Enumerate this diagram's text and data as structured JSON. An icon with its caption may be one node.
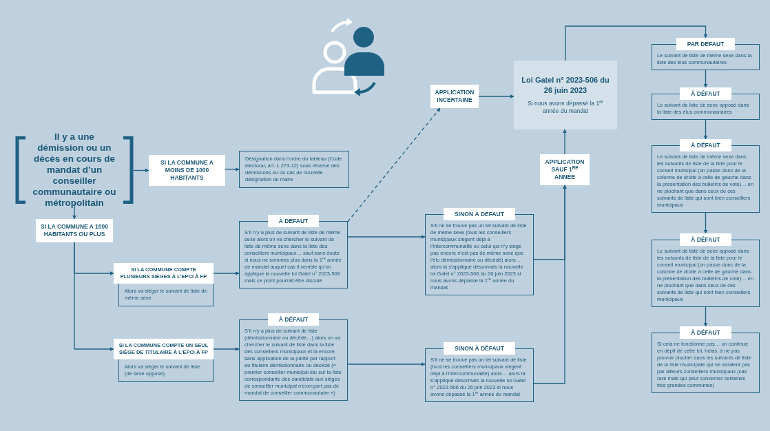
{
  "diagram": {
    "nodes": [
      {
        "text": [
          "Il y a une démission ou un décès en cours de mandat d’un conseiller communautaire ou métropolitain"
        ]
      },
      {
        "text": [
          "SI LA COMMUNE A MOINS DE 1000 HABITANTS"
        ]
      },
      {
        "text": [
          "Désignation dans l’ordre du tableau (Code électoral, art. L.273-12) sous réserve des démissions ou du cas de nouvelle désignation du maire"
        ]
      },
      {
        "text": [
          "SI LA COMMUNE A 1000 HABITANTS OU PLUS"
        ]
      },
      {
        "text": [
          "SI LA COMMUNE COMPTE PLUSIEURS SIÈGES À L’EPCI À FP",
          "Alors va siéger le suivant de liste de même sexe"
        ]
      },
      {
        "text": [
          "SI LA COMMUNE COMPTE UN SEUL SIÈGE DE TITULAIRE À L’EPCI À FP",
          "Alors va siéger le suivant de liste (de sexe opposé)"
        ]
      },
      {
        "text": [
          "À DÉFAUT",
          "S’il n’y a plus de suivant de liste de même sexe alors on va chercher le suivant de liste de même sexe dans la liste des conseillers municipaux… sauf sans doute si nous ne sommes plus dans la 1$^{re}$ année de mandat auquel cas il semble qu’on applique la nouvelle loi Gatel n° 2023-506 mais ce point pourrait être discuté"
        ]
      },
      {
        "text": [
          "À DÉFAUT",
          "S’il n’y a plus de suivant de liste (démissionnaire ou décédé…) alors on va chercher le suivant de liste dans la liste des conseillers municipaux et là encore sans application de la parité par rapport au titulaire démissionnaire ou décédé (« premier conseiller municipal élu sur la liste correspondante des candidats aux sièges de conseiller municipal n’exerçant pas de mandat de conseiller communautaire »)"
        ]
      },
      {
        "text": [
          "SINON À DÉFAUT",
          "S’il ne se trouve pas un tel suivant de liste de même sexe (tous les conseillers municipaux siègent déjà à l’intercommunalité ou celui qui n’y siège pas encore n’est pas de même sexe que l’élu démissionnaire ou décédé) alors… alors là s’applique désormais la nouvelle loi Gatel n° 2023-506 du 26 juin 2023 si nous avons dépassé la 1$^{re}$ année du mandat"
        ]
      },
      {
        "text": [
          "SINON À DÉFAUT",
          "S’il ne se trouve pas un tel suivant de liste (tous les conseillers municipaux siègent déjà à l’intercommunalité) alors… alors là s’applique désormais la nouvelle loi Gatel n° 2023-506 du 26 juin 2023 si nous avons dépassé la 1$^{re}$ année du mandat"
        ]
      },
      {
        "text": [
          "APPLICATION INCERTAINE"
        ]
      },
      {
        "text": [
          "Loi Gatel n° 2023-506 du 26 juin 2023",
          "Si nous avons dépassé la 1$^{re}$ année du mandat"
        ]
      },
      {
        "text": [
          "APPLICATION SAUF 1$^{RE}$ ANNÉE"
        ]
      },
      {
        "text": [
          "PAR DÉFAUT",
          "Le suivant de liste de même sexe dans la liste des élus communautaires"
        ]
      },
      {
        "text": [
          "À DÉFAUT",
          "Le suivant de liste de sexe opposé dans la liste des élus communautaires"
        ]
      },
      {
        "text": [
          "À DÉFAUT",
          "Le suivant de liste de même sexe dans les suivants de liste de la liste pour le conseil municipal (on passe donc de la colonne de droite à celle de gauche dans la présentation des bulletins de vote)… en ne piochant que dans ceux de ces suivants de liste qui sont bien conseillers municipaux"
        ]
      },
      {
        "text": [
          "À DÉFAUT",
          "Le suivant de liste de sexe opposé dans les suivants de liste de la liste pour le conseil municipal (on passe donc de la colonne de droite à celle de gauche dans la présentation des bulletins de vote)… en ne piochant que dans ceux de ces suivants de liste qui sont bien conseillers municipaux"
        ]
      },
      {
        "text": [
          "À DÉFAUT",
          "Si cela ne fonctionne pas… on continue en dépit de cette loi, hélas, à ne pas pouvoir piocher dans les suivants de liste de la liste municipale qui ne seraient pas par ailleurs conseillers municipaux (cas rare mais qui peut concerner certaines très grandes communes)"
        ]
      }
    ],
    "edges": [
      {
        "from": 0,
        "to": 1,
        "arrow": "to"
      },
      {
        "from": 1,
        "to": 2,
        "arrow": "to"
      },
      {
        "from": 0,
        "to": 3,
        "arrow": "to"
      },
      {
        "from": 3,
        "to": 4,
        "arrow": "to"
      },
      {
        "from": 3,
        "to": 5,
        "arrow": "to"
      },
      {
        "from": 4,
        "to": 6,
        "arrow": "to"
      },
      {
        "from": 5,
        "to": 7,
        "arrow": "to"
      },
      {
        "from": 6,
        "to": 10,
        "arrow": "to",
        "style": "dashed"
      },
      {
        "from": 6,
        "to": 8,
        "arrow": "to"
      },
      {
        "from": 7,
        "to": 9,
        "arrow": "to"
      },
      {
        "from": 10,
        "to": 11,
        "arrow": "to"
      },
      {
        "from": 8,
        "to": 12,
        "arrow": "to"
      },
      {
        "from": 9,
        "to": 12,
        "arrow": "to"
      },
      {
        "from": 12,
        "to": 11,
        "arrow": "to"
      },
      {
        "from": 11,
        "to": 13,
        "arrow": "to"
      },
      {
        "from": 13,
        "to": 14,
        "arrow": "to"
      },
      {
        "from": 14,
        "to": 15,
        "arrow": "to"
      },
      {
        "from": 15,
        "to": 16,
        "arrow": "to"
      },
      {
        "from": 16,
        "to": 17,
        "arrow": "to"
      }
    ]
  }
}
